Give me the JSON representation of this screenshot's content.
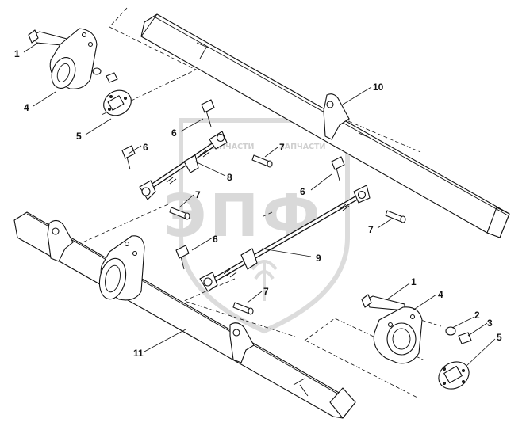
{
  "watermark": {
    "brand_left": "ЗАПЧАСТИ",
    "brand_right": "ЗАПЧАСТИ",
    "letters": "ЭПФ"
  },
  "callouts": {
    "c1a": "1",
    "c4a": "4",
    "c5a": "5",
    "c10": "10",
    "c6a": "6",
    "c7a": "7",
    "c8": "8",
    "c6b": "6",
    "c7b": "7",
    "c6c": "6",
    "c7c": "7",
    "c6d": "6",
    "c9": "9",
    "c7d": "7",
    "c11": "11",
    "c1b": "1",
    "c4b": "4",
    "c2": "2",
    "c3": "3",
    "c5b": "5"
  }
}
